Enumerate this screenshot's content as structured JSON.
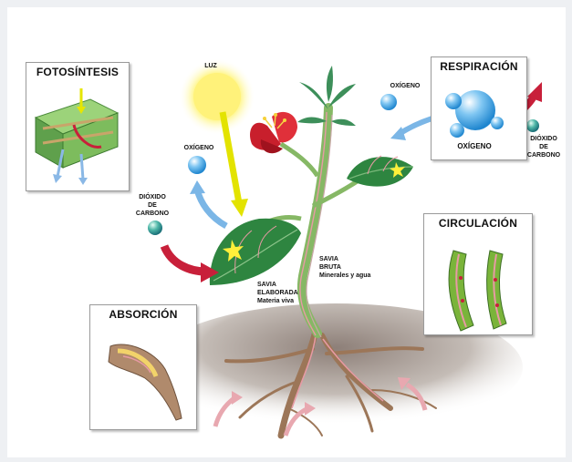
{
  "panels": {
    "photosynthesis": "FOTOSÍNTESIS",
    "respiration": "RESPIRACIÓN",
    "circulation": "CIRCULACIÓN",
    "absorption": "ABSORCIÓN"
  },
  "labels": {
    "light": "LUZ",
    "oxygen_left": "OXÍGENO",
    "co2_left": [
      "DIÓXIDO",
      "DE",
      "CARBONO"
    ],
    "oxygen_resp_small": "OXÍGENO",
    "oxygen_resp_big": "OXÍGENO",
    "co2_right": [
      "DIÓXIDO",
      "DE",
      "CARBONO"
    ],
    "raw_sap": [
      "SAVIA",
      "BRUTA",
      "Minerales y agua"
    ],
    "elaborated_sap": [
      "SAVIA",
      "ELABORADA",
      "Materia viva"
    ]
  },
  "colors": {
    "leaf": "#2f8a3c",
    "stem": "#8fbf6a",
    "sun": "#ffef5a",
    "light_ray": "#e6e600",
    "co2_arrow": "#c8203a",
    "oxygen_arrow": "#6aaee0",
    "flower": "#d9252f",
    "soil": "#b9b1ab",
    "root": "#b08a6c"
  }
}
